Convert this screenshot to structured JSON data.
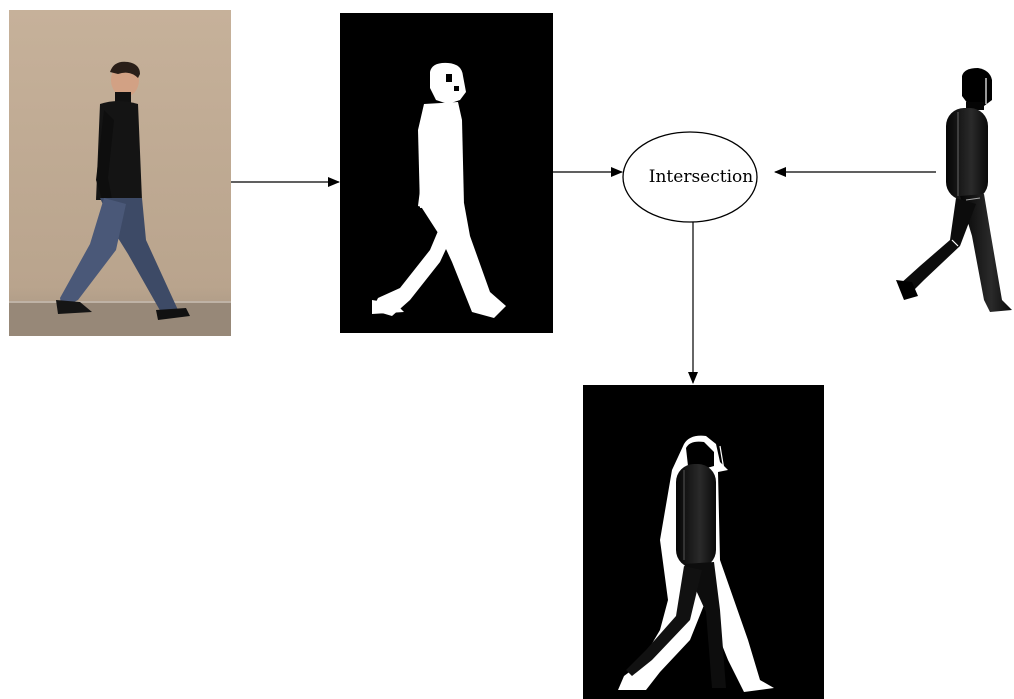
{
  "nodes": {
    "input_photo": {
      "icon": "walking-person-photo"
    },
    "silhouette": {
      "icon": "binary-silhouette-image"
    },
    "model": {
      "icon": "3d-body-model-render"
    },
    "intersection": {
      "label": "Intersection"
    },
    "result": {
      "icon": "overlay-result-image"
    }
  },
  "colors": {
    "wall": "#c0ab94",
    "floor": "#9a8c7e",
    "black": "#000000",
    "white": "#ffffff",
    "model_body": "#1a1a1a"
  }
}
